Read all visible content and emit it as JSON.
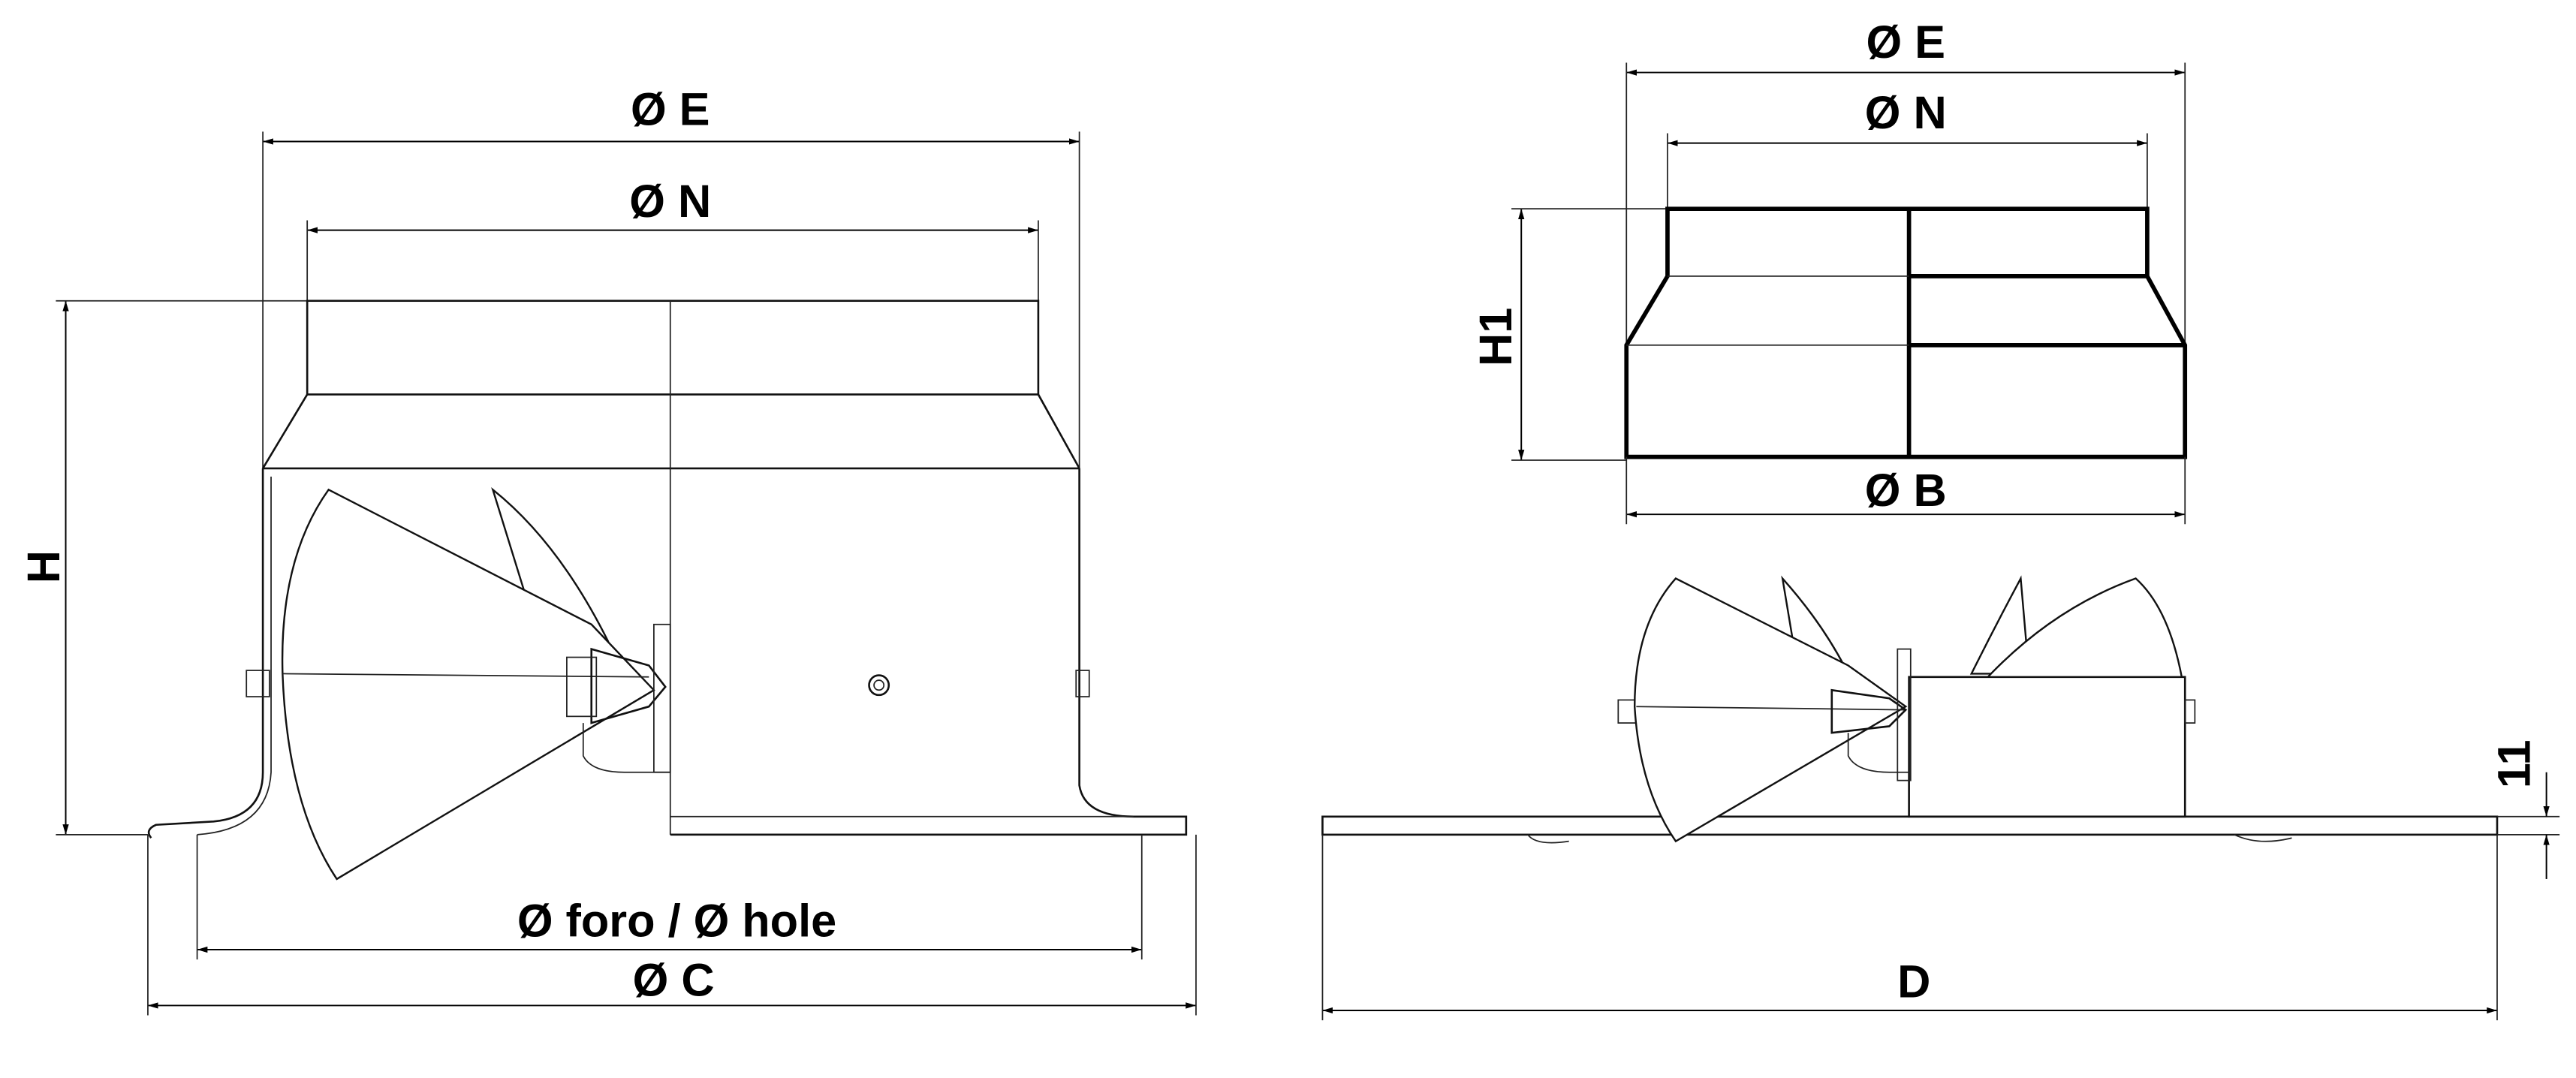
{
  "side_view": {
    "dim_E": "Ø E",
    "dim_N": "Ø N",
    "dim_H": "H",
    "dim_hole": "Ø foro /  Ø hole",
    "dim_C": "Ø C"
  },
  "top_right_view": {
    "dim_E": "Ø E",
    "dim_N": "Ø N",
    "dim_H1": "H1",
    "dim_B": "Ø B"
  },
  "bottom_right_view": {
    "dim_D": "D",
    "dim_thickness": "11"
  }
}
